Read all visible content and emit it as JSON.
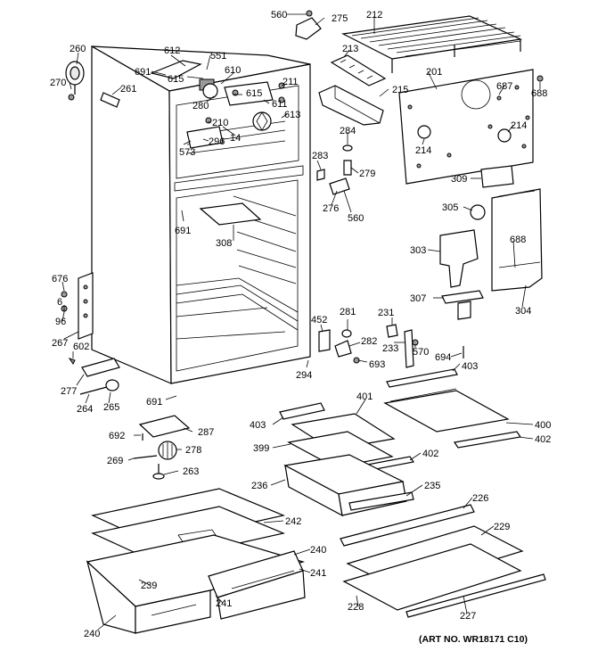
{
  "art_number": "(ART NO. WR18171 C10)",
  "labels": {
    "l560a": "560",
    "l275": "275",
    "l212": "212",
    "l260": "260",
    "l612": "612",
    "l551": "551",
    "l691a": "691",
    "l615a": "615",
    "l610": "610",
    "l213": "213",
    "l201": "201",
    "l270": "270",
    "l261": "261",
    "l211": "211",
    "l615b": "615",
    "l280": "280",
    "l611": "611",
    "l215": "215",
    "l687": "687",
    "l688a": "688",
    "l613": "613",
    "l210": "210",
    "l214a": "214",
    "l284": "284",
    "l296": "296",
    "l14": "14",
    "l573": "573",
    "l214b": "214",
    "l283": "283",
    "l279": "279",
    "l309": "309",
    "l276": "276",
    "l560b": "560",
    "l305": "305",
    "l691b": "691",
    "l308": "308",
    "l688b": "688",
    "l303": "303",
    "l676": "676",
    "l307": "307",
    "l304": "304",
    "l6": "6",
    "l96": "96",
    "l452": "452",
    "l281": "281",
    "l231": "231",
    "l267": "267",
    "l602": "602",
    "l282": "282",
    "l233": "233",
    "l570": "570",
    "l693": "693",
    "l694": "694",
    "l403a": "403",
    "l294": "294",
    "l277": "277",
    "l401": "401",
    "l264": "264",
    "l265": "265",
    "l691c": "691",
    "l403b": "403",
    "l400": "400",
    "l287": "287",
    "l692": "692",
    "l402a": "402",
    "l399": "399",
    "l278": "278",
    "l269": "269",
    "l402b": "402",
    "l263": "263",
    "l236": "236",
    "l235": "235",
    "l226": "226",
    "l242": "242",
    "l229": "229",
    "l240a": "240",
    "l241a": "241",
    "l239": "239",
    "l241b": "241",
    "l228": "228",
    "l227": "227",
    "l240b": "240"
  }
}
